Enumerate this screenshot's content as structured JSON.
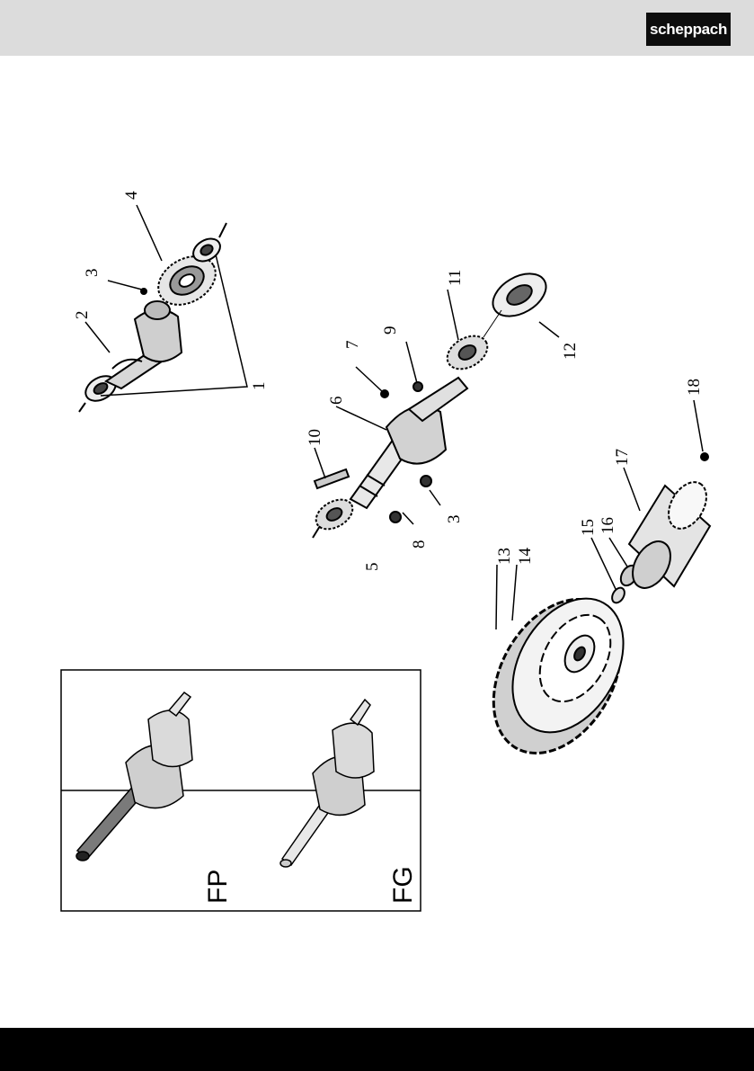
{
  "header": {
    "brand": "scheppach"
  },
  "callouts": [
    "1",
    "2",
    "3",
    "4",
    "3",
    "5",
    "6",
    "7",
    "8",
    "9",
    "10",
    "11",
    "12",
    "13",
    "14",
    "15",
    "16",
    "17",
    "18"
  ],
  "inset": {
    "panels": [
      "FP",
      "FG"
    ]
  }
}
